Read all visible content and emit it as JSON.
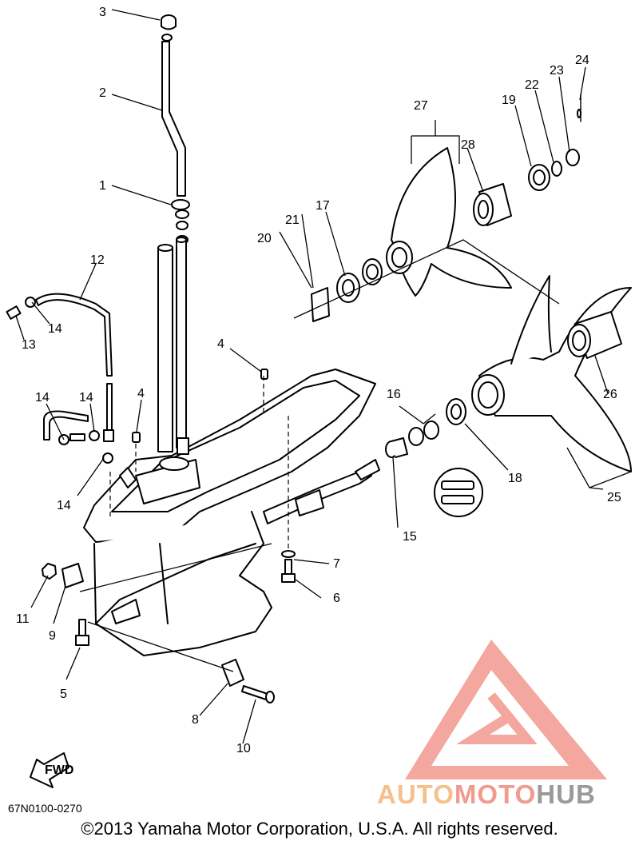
{
  "diagram": {
    "callouts": [
      {
        "id": "c3",
        "text": "3"
      },
      {
        "id": "c2",
        "text": "2"
      },
      {
        "id": "c1",
        "text": "1"
      },
      {
        "id": "c12",
        "text": "12"
      },
      {
        "id": "c14a",
        "text": "14"
      },
      {
        "id": "c13",
        "text": "13"
      },
      {
        "id": "c4a",
        "text": "4"
      },
      {
        "id": "c4b",
        "text": "4"
      },
      {
        "id": "c14b",
        "text": "14"
      },
      {
        "id": "c14c",
        "text": "14"
      },
      {
        "id": "c14d",
        "text": "14"
      },
      {
        "id": "c27",
        "text": "27"
      },
      {
        "id": "c28",
        "text": "28"
      },
      {
        "id": "c19",
        "text": "19"
      },
      {
        "id": "c22",
        "text": "22"
      },
      {
        "id": "c23",
        "text": "23"
      },
      {
        "id": "c24",
        "text": "24"
      },
      {
        "id": "c17",
        "text": "17"
      },
      {
        "id": "c21",
        "text": "21"
      },
      {
        "id": "c20",
        "text": "20"
      },
      {
        "id": "c16",
        "text": "16"
      },
      {
        "id": "c26",
        "text": "26"
      },
      {
        "id": "c18",
        "text": "18"
      },
      {
        "id": "c15",
        "text": "15"
      },
      {
        "id": "c25",
        "text": "25"
      },
      {
        "id": "c7",
        "text": "7"
      },
      {
        "id": "c6",
        "text": "6"
      },
      {
        "id": "c11",
        "text": "11"
      },
      {
        "id": "c9",
        "text": "9"
      },
      {
        "id": "c5",
        "text": "5"
      },
      {
        "id": "c8",
        "text": "8"
      },
      {
        "id": "c10",
        "text": "10"
      }
    ],
    "fwd_label": "FWD"
  },
  "footer": {
    "part_code": "67N0100-0270",
    "copyright": "©2013 Yamaha Motor Corporation, U.S.A. All rights reserved."
  },
  "watermark": {
    "word_part1": "AUTO",
    "word_part2": "MOTO",
    "word_part3": "HUB",
    "color_part1": "#f6c08a",
    "color_part2": "#f19a8e",
    "color_part3": "#9a9a9a",
    "logo_color": "#f08a7e"
  }
}
